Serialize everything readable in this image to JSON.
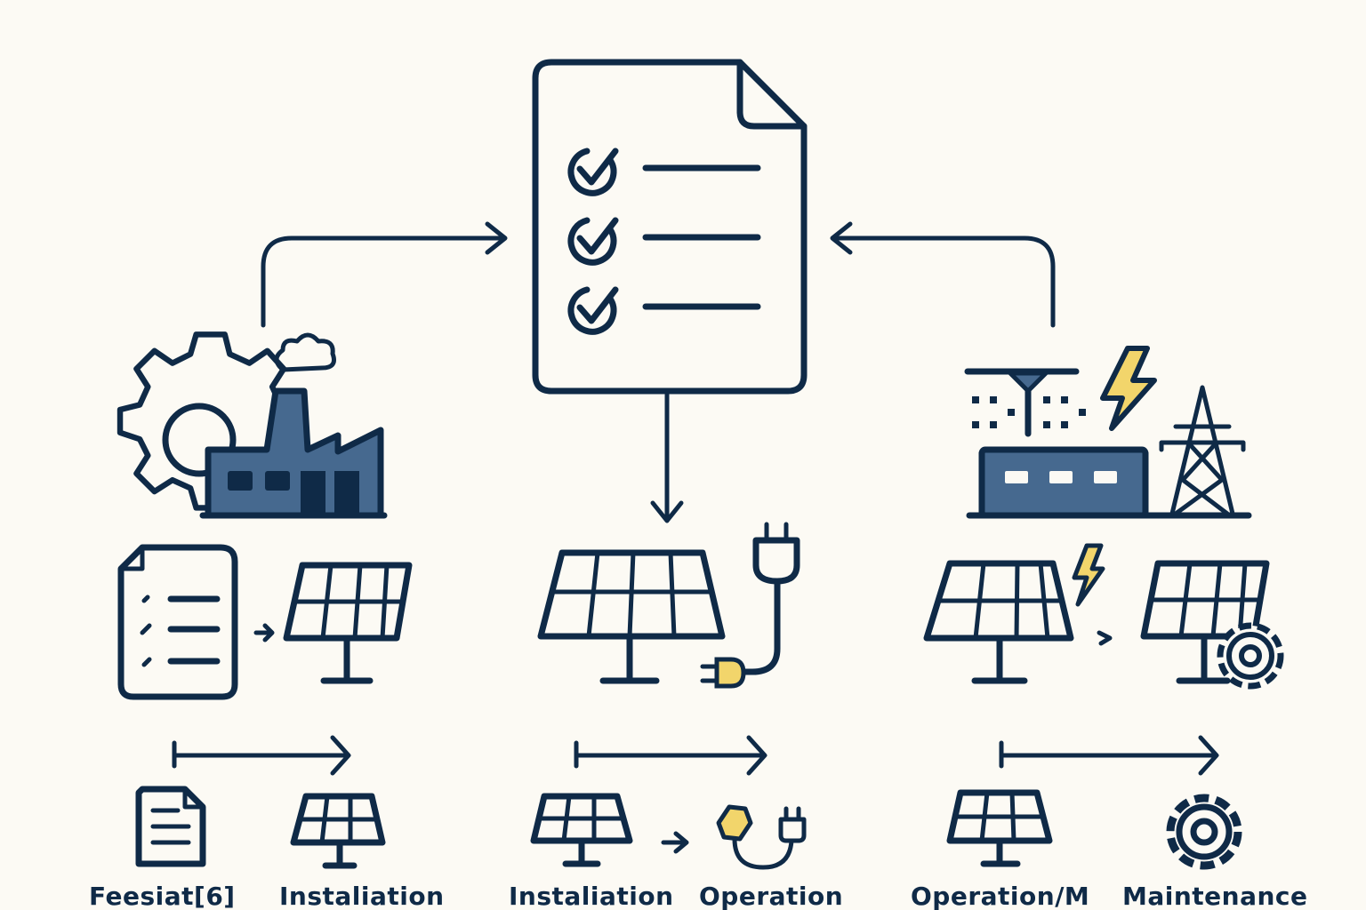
{
  "colors": {
    "background": "#fcfaf4",
    "ink": "#0f2a47",
    "fill_blue": "#46698f",
    "accent_yellow": "#f2d56b"
  },
  "labels": {
    "feasibility": "Feesiat[6]",
    "installation_left": "Instaliation",
    "installation_center": "Instaliation",
    "operation_center": "Operation",
    "operation_right": "Operation/M",
    "maintenance": "Maintenance"
  },
  "icons": {
    "center": "checklist-document-icon",
    "left_top": "gear-factory-icon",
    "right_top": "substation-power-tower-icon"
  }
}
